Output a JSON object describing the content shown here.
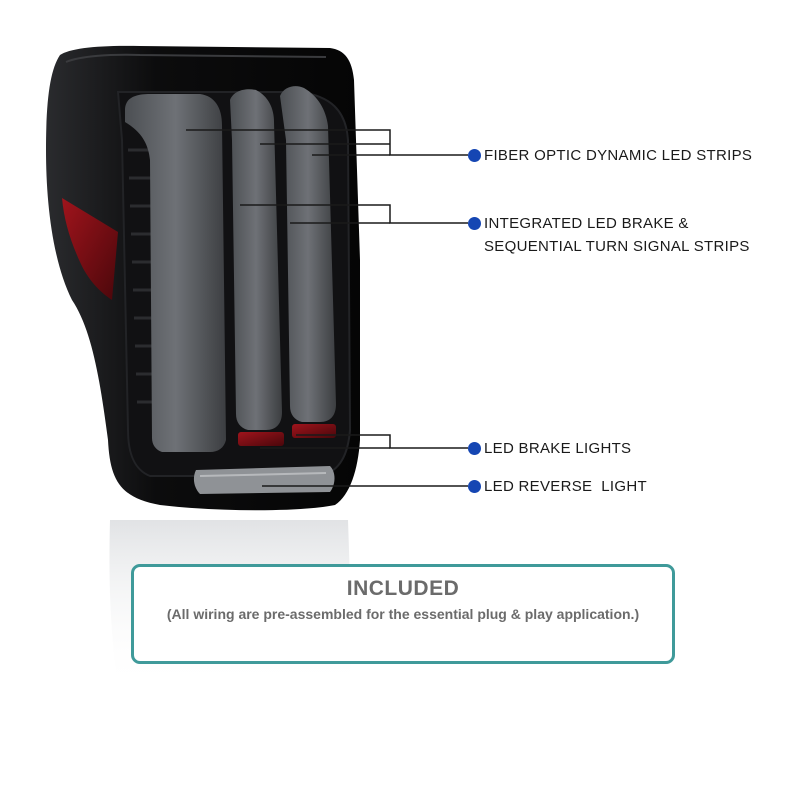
{
  "colors": {
    "dot": "#1546b3",
    "leader_line": "#1a1a1a",
    "box_border": "#3f9a9a",
    "included_text": "#6b6b6b",
    "housing": "#0b0b0c",
    "strip": "#5d6064",
    "brake_red": "#8a1016"
  },
  "callouts": [
    {
      "lines": [
        "FIBER OPTIC DYNAMIC LED STRIPS"
      ]
    },
    {
      "lines": [
        "INTEGRATED LED BRAKE &",
        "SEQUENTIAL TURN SIGNAL STRIPS"
      ]
    },
    {
      "lines": [
        "LED BRAKE LIGHTS"
      ]
    },
    {
      "lines": [
        "LED REVERSE  LIGHT"
      ]
    }
  ],
  "included": {
    "title": "INCLUDED",
    "note": "(All wiring are pre-assembled for the essential plug & play application.)"
  }
}
